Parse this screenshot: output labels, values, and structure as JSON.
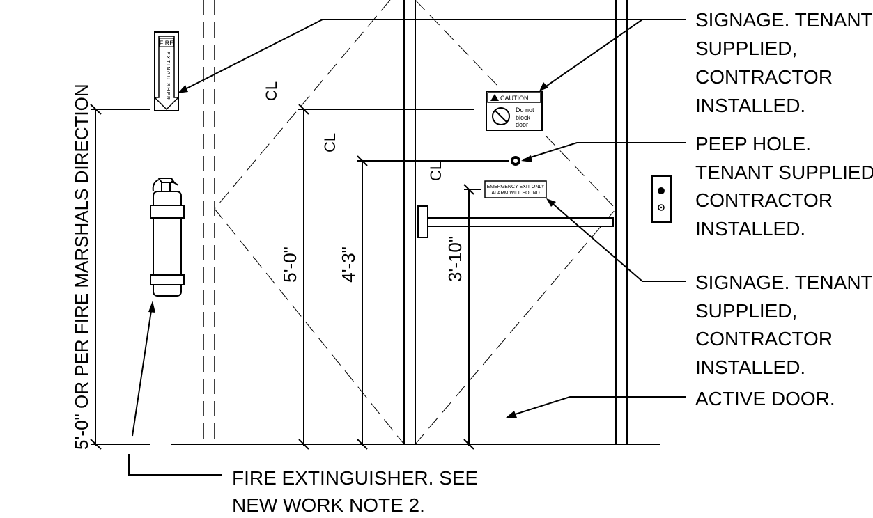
{
  "callouts": {
    "signage_top": [
      "SIGNAGE. TENANT",
      "SUPPLIED,",
      "CONTRACTOR",
      "INSTALLED."
    ],
    "peep_hole": [
      "PEEP HOLE.",
      "TENANT SUPPLIED,",
      "CONTRACTOR",
      "INSTALLED."
    ],
    "signage_bottom": [
      "SIGNAGE. TENANT",
      "SUPPLIED,",
      "CONTRACTOR",
      "INSTALLED."
    ],
    "active_door": "ACTIVE DOOR.",
    "fire_extinguisher": [
      "FIRE EXTINGUISHER. SEE",
      "NEW WORK NOTE 2."
    ]
  },
  "dimensions": {
    "left_vertical": "5'-0\" OR PER FIRE MARSHALS DIRECTION",
    "dim_1": "5'-0\"",
    "dim_2": "4'-3\"",
    "dim_3": "3'-10\""
  },
  "centerline_symbol": "CL",
  "signs": {
    "caution_title": "CAUTION",
    "caution_text": [
      "Do not",
      "block",
      "door"
    ],
    "exit_sign": [
      "EMERGENCY EXIT ONLY",
      "ALARM WILL SOUND"
    ],
    "fire_sign_top": "FIRE",
    "fire_sign_vertical": "EXTINGUISHER"
  }
}
